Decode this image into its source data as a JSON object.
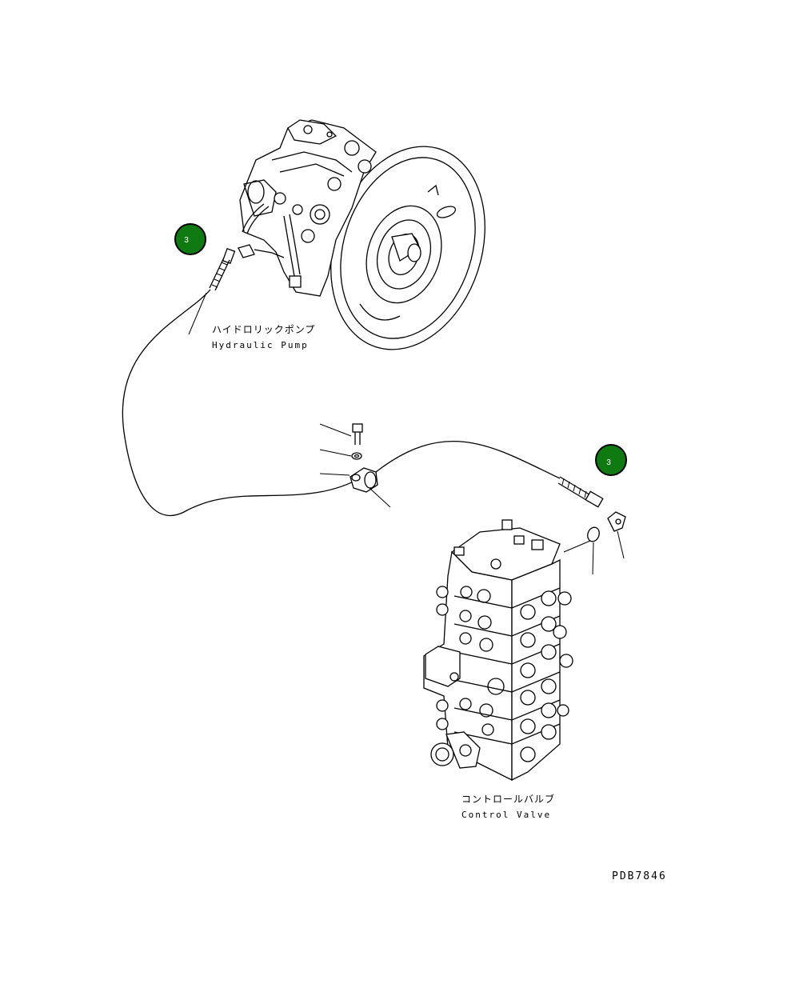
{
  "drawing_code": "PDB7846",
  "pump": {
    "label_jp": "ハイドロリックポンプ",
    "label_en": "Hydraulic Pump"
  },
  "valve": {
    "label_jp": "コントロールバルブ",
    "label_en": "Control Valve"
  },
  "callouts": [
    {
      "number": "3",
      "color": "#0f7a12"
    },
    {
      "number": "3",
      "color": "#0f7a12"
    }
  ]
}
